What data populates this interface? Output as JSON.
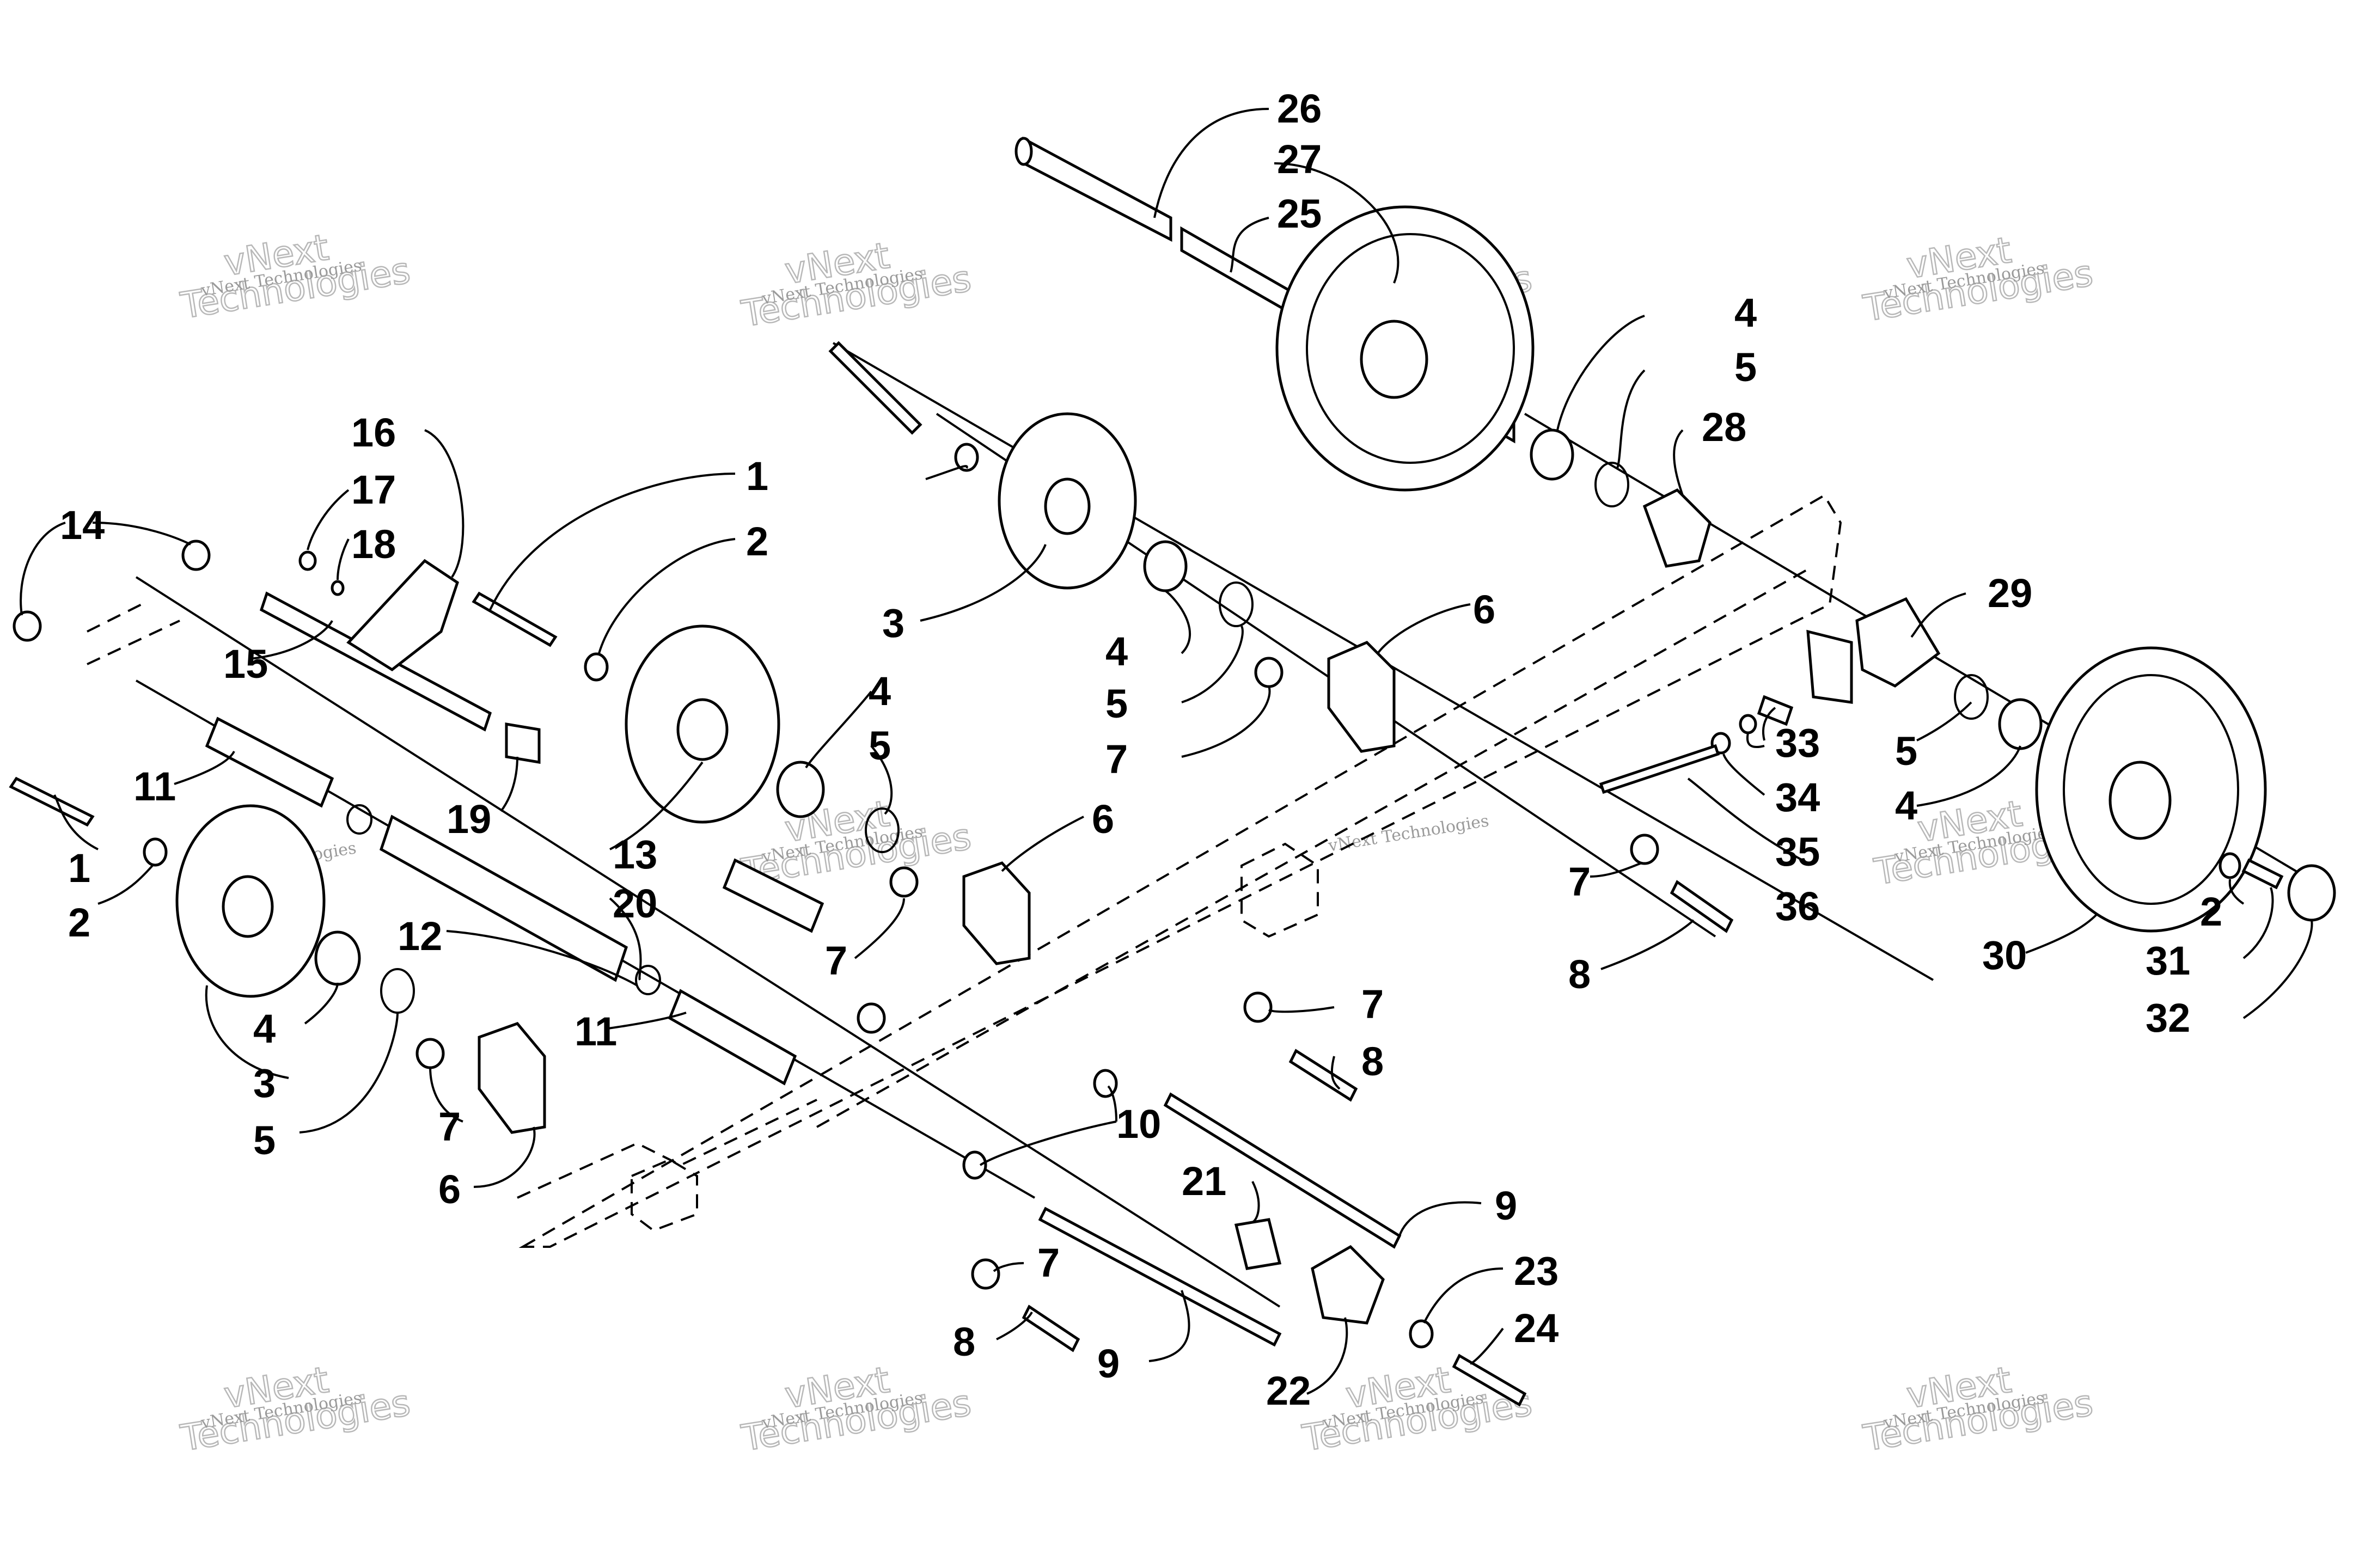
{
  "watermark": {
    "line1": "vNext",
    "line2": "Technologies",
    "tile": "vNext Technologies"
  },
  "callouts": {
    "c1": "1",
    "c2": "2",
    "c3": "3",
    "c4": "4",
    "c5": "5",
    "c6": "6",
    "c7": "7",
    "c8": "8",
    "c9": "9",
    "c10": "10",
    "c11": "11",
    "c12": "12",
    "c13": "13",
    "c14": "14",
    "c15": "15",
    "c16": "16",
    "c17": "17",
    "c18": "18",
    "c19": "19",
    "c20": "20",
    "c21": "21",
    "c22": "22",
    "c23": "23",
    "c24": "24",
    "c25": "25",
    "c26": "26",
    "c27": "27",
    "c28": "28",
    "c29": "29",
    "c30": "30",
    "c31": "31",
    "c32": "32",
    "c33": "33",
    "c34": "34",
    "c35": "35",
    "c36": "36"
  }
}
